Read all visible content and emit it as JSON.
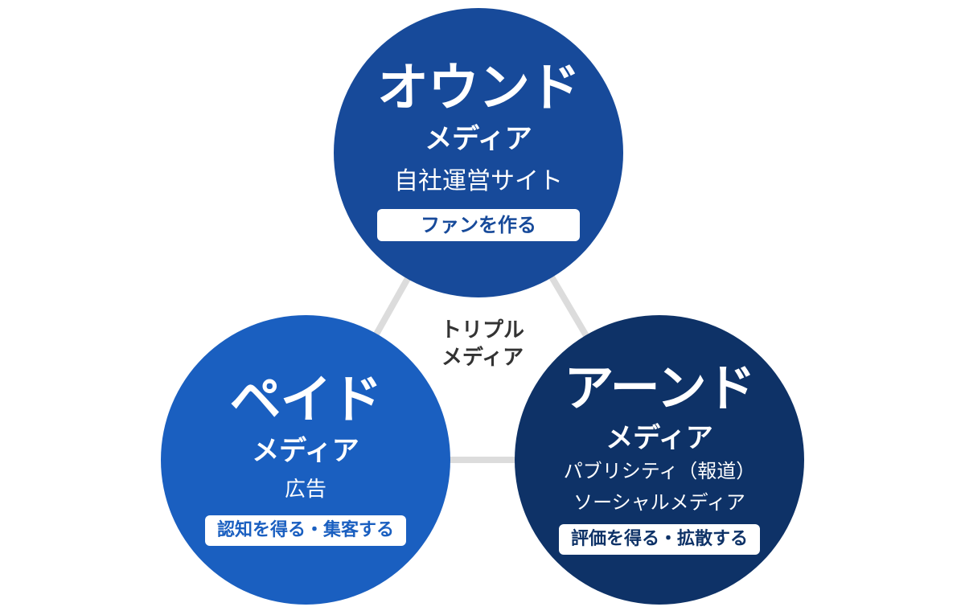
{
  "colors": {
    "owned": "#174a9a",
    "paid": "#1a5fc0",
    "earned": "#0e3267",
    "connector": "#dcdcdc",
    "center_text": "#333333"
  },
  "center": {
    "line1": "トリプル",
    "line2": "メディア"
  },
  "owned": {
    "title": "オウンド",
    "subtitle": "メディア",
    "description": "自社運営サイト",
    "goal": "ファンを作る"
  },
  "paid": {
    "title": "ペイド",
    "subtitle": "メディア",
    "description": "広告",
    "goal": "認知を得る・集客する"
  },
  "earned": {
    "title": "アーンド",
    "subtitle": "メディア",
    "description_line1": "パブリシティ（報道）",
    "description_line2": "ソーシャルメディア",
    "goal": "評価を得る・拡散する"
  }
}
